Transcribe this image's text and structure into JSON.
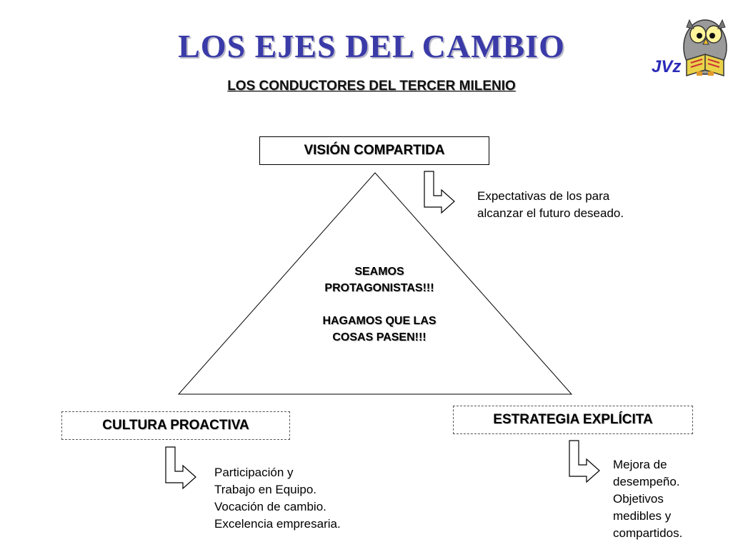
{
  "header": {
    "title": "LOS EJES DEL CAMBIO",
    "subtitle": "LOS CONDUCTORES DEL TERCER MILENIO",
    "logo_text": "JVz"
  },
  "diagram": {
    "center_lines": [
      "SEAMOS",
      "PROTAGONISTAS!!!",
      "HAGAMOS QUE LAS",
      "COSAS PASEN!!!"
    ],
    "nodes": [
      {
        "label": "VISIÓN COMPARTIDA",
        "description": [
          "Expectativas de los para",
          "alcanzar el futuro deseado."
        ]
      },
      {
        "label": "CULTURA PROACTIVA",
        "description": [
          "Participación y",
          "Trabajo en Equipo.",
          "Vocación de cambio.",
          "Excelencia empresaria."
        ]
      },
      {
        "label": "ESTRATEGIA EXPLÍCITA",
        "description": [
          "Mejora de",
          "desempeño.",
          "Objetivos",
          "medibles y",
          "compartidos."
        ]
      }
    ]
  },
  "colors": {
    "title": "#3a3aa8",
    "logo_text": "#2a2ab8",
    "line": "#000000"
  },
  "icons": {
    "logo": "owl-reading-icon",
    "pointer": "bent-arrow-icon"
  }
}
